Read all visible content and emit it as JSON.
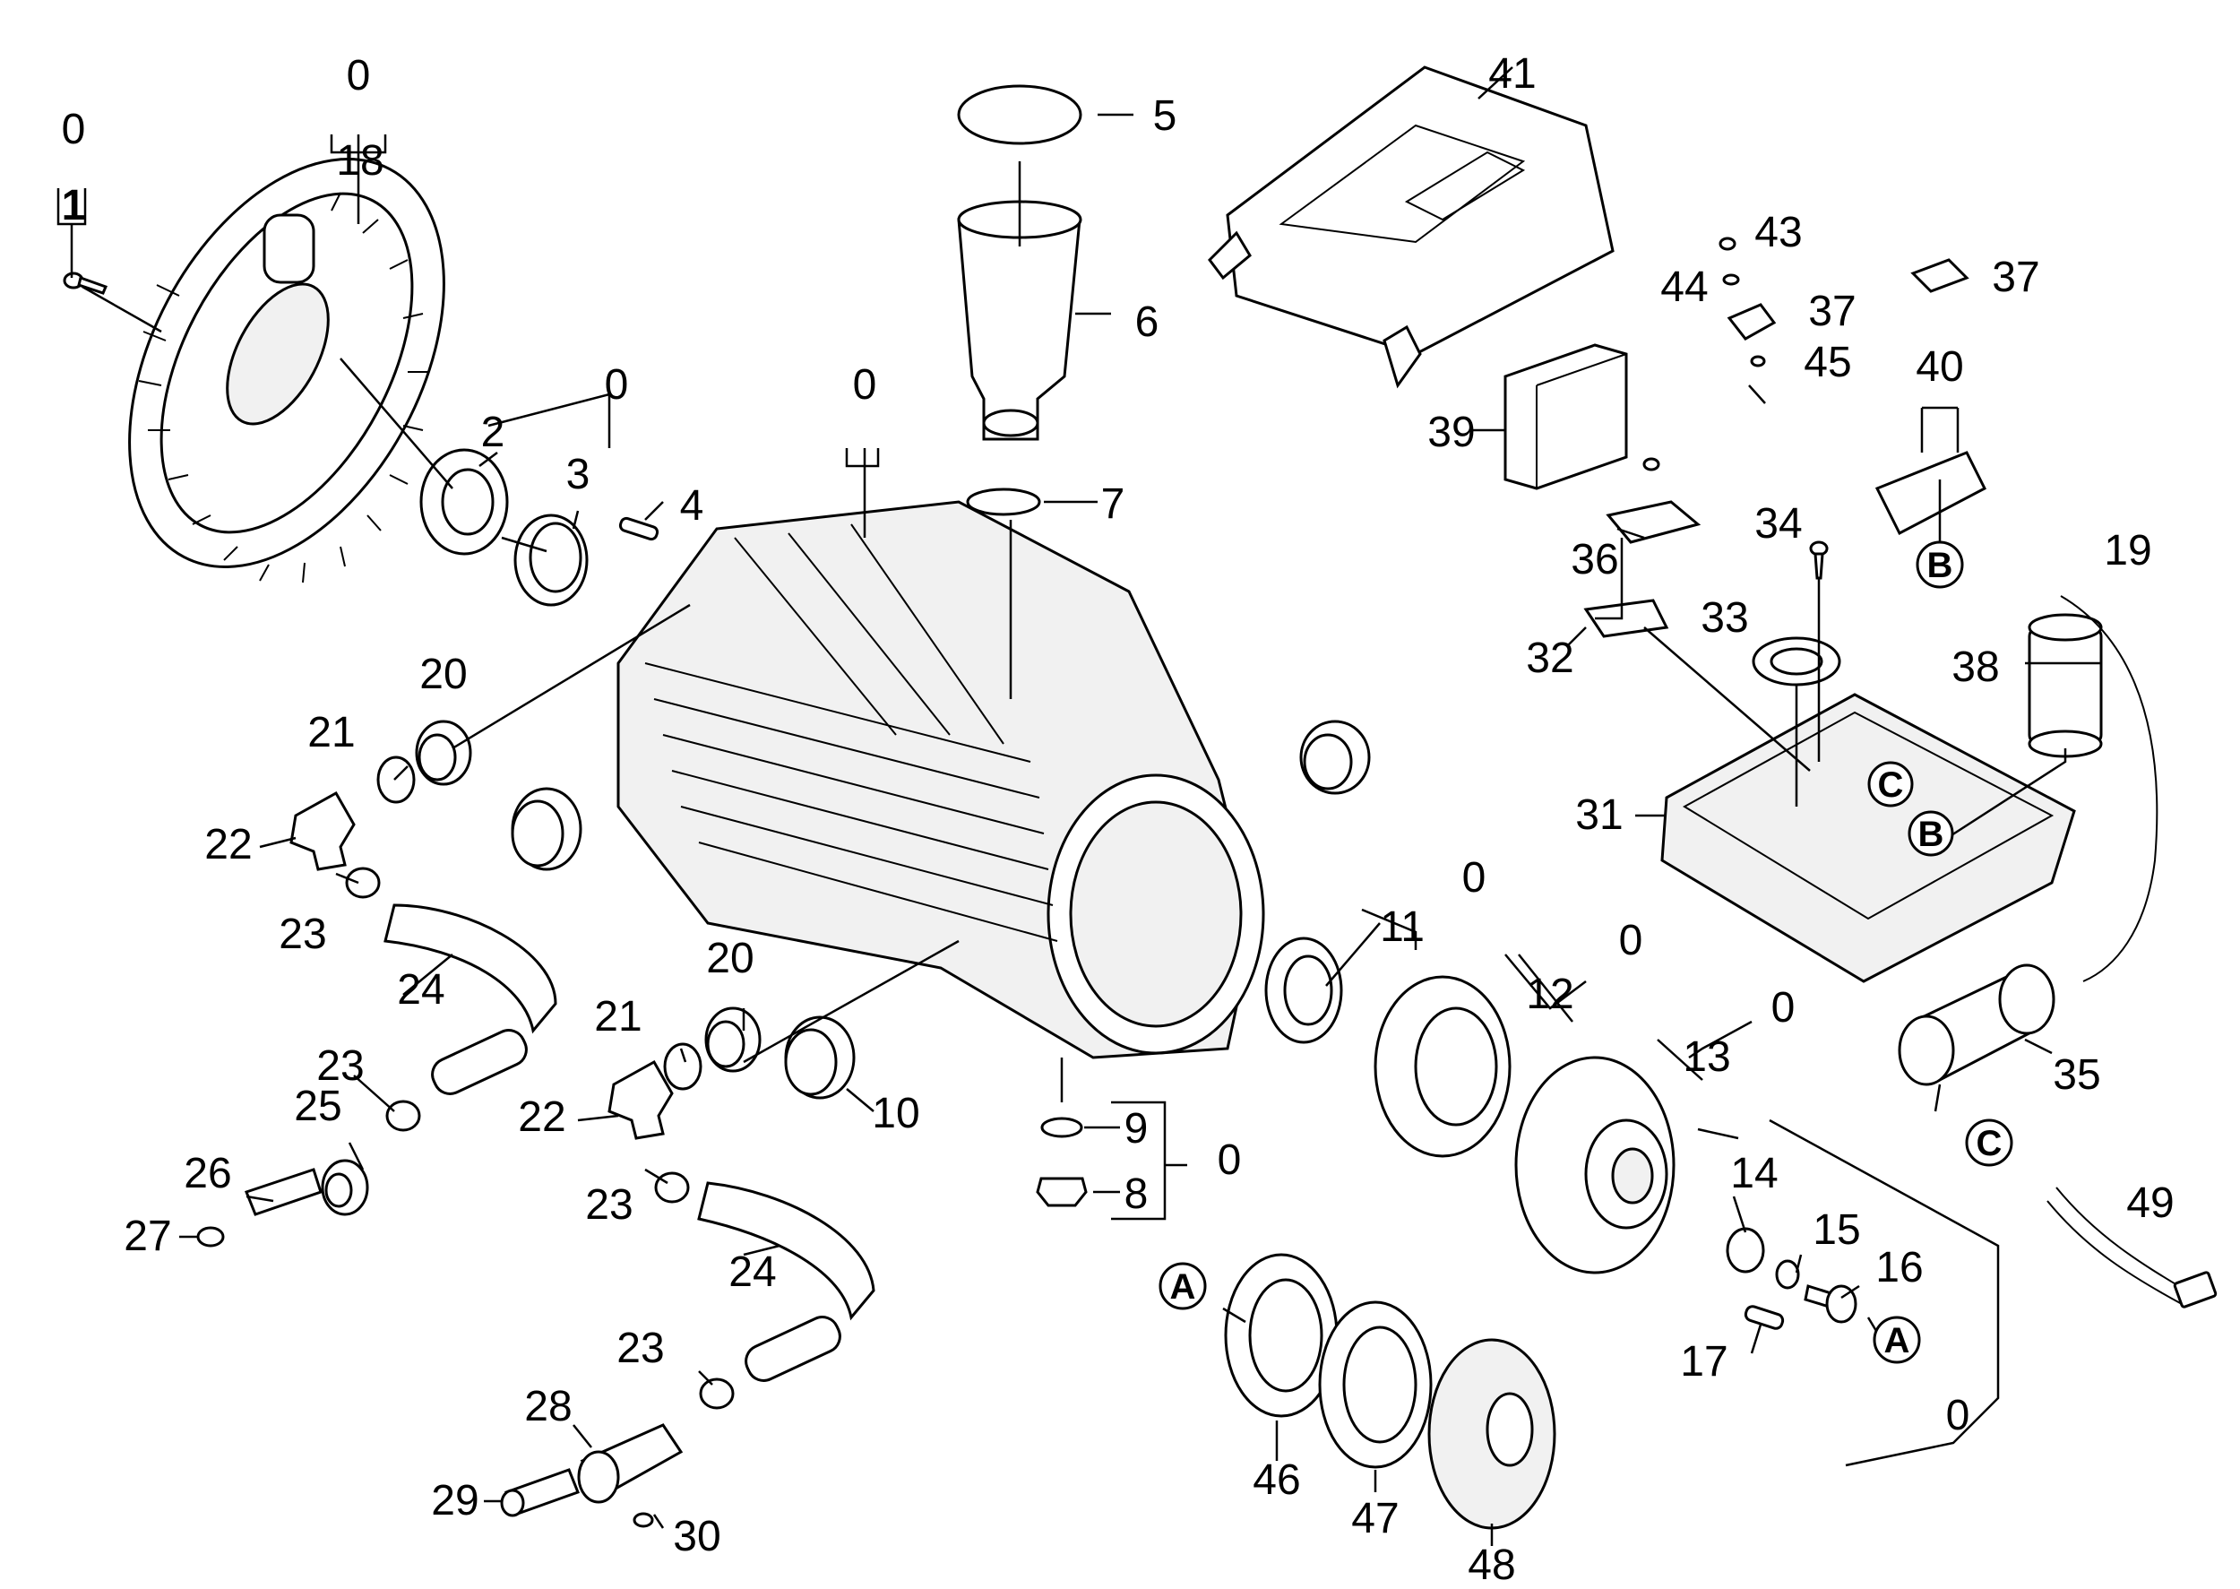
{
  "callouts": [
    {
      "id": "c0a",
      "text": "0"
    },
    {
      "id": "c1",
      "text": "1"
    },
    {
      "id": "c0b",
      "text": "0"
    },
    {
      "id": "c18",
      "text": "18"
    },
    {
      "id": "c5",
      "text": "5"
    },
    {
      "id": "c41",
      "text": "41"
    },
    {
      "id": "c6",
      "text": "6"
    },
    {
      "id": "c43",
      "text": "43"
    },
    {
      "id": "c44",
      "text": "44"
    },
    {
      "id": "c37a",
      "text": "37"
    },
    {
      "id": "c37b",
      "text": "37"
    },
    {
      "id": "c45",
      "text": "45"
    },
    {
      "id": "c0c",
      "text": "0"
    },
    {
      "id": "c0d",
      "text": "0"
    },
    {
      "id": "c2",
      "text": "2"
    },
    {
      "id": "c3",
      "text": "3"
    },
    {
      "id": "c4",
      "text": "4"
    },
    {
      "id": "c7",
      "text": "7"
    },
    {
      "id": "c39",
      "text": "39"
    },
    {
      "id": "c40",
      "text": "40"
    },
    {
      "id": "c36",
      "text": "36"
    },
    {
      "id": "c34",
      "text": "34"
    },
    {
      "id": "c19",
      "text": "19"
    },
    {
      "id": "c33",
      "text": "33"
    },
    {
      "id": "c32",
      "text": "32"
    },
    {
      "id": "c38",
      "text": "38"
    },
    {
      "id": "c20a",
      "text": "20"
    },
    {
      "id": "c21a",
      "text": "21"
    },
    {
      "id": "c31",
      "text": "31"
    },
    {
      "id": "c22a",
      "text": "22"
    },
    {
      "id": "c23a",
      "text": "23"
    },
    {
      "id": "c0e",
      "text": "0"
    },
    {
      "id": "c11",
      "text": "11"
    },
    {
      "id": "c0f",
      "text": "0"
    },
    {
      "id": "c24a",
      "text": "24"
    },
    {
      "id": "c20b",
      "text": "20"
    },
    {
      "id": "c12",
      "text": "12"
    },
    {
      "id": "c0g",
      "text": "0"
    },
    {
      "id": "c21b",
      "text": "21"
    },
    {
      "id": "c13",
      "text": "13"
    },
    {
      "id": "c23b",
      "text": "23"
    },
    {
      "id": "c35",
      "text": "35"
    },
    {
      "id": "c25",
      "text": "25"
    },
    {
      "id": "c22b",
      "text": "22"
    },
    {
      "id": "c10",
      "text": "10"
    },
    {
      "id": "c9",
      "text": "9"
    },
    {
      "id": "c0h",
      "text": "0"
    },
    {
      "id": "c8",
      "text": "8"
    },
    {
      "id": "c26",
      "text": "26"
    },
    {
      "id": "c23c",
      "text": "23"
    },
    {
      "id": "c14",
      "text": "14"
    },
    {
      "id": "c27",
      "text": "27"
    },
    {
      "id": "c15",
      "text": "15"
    },
    {
      "id": "c49",
      "text": "49"
    },
    {
      "id": "c24b",
      "text": "24"
    },
    {
      "id": "c16",
      "text": "16"
    },
    {
      "id": "c17",
      "text": "17"
    },
    {
      "id": "c23d",
      "text": "23"
    },
    {
      "id": "c0i",
      "text": "0"
    },
    {
      "id": "c28",
      "text": "28"
    },
    {
      "id": "c29",
      "text": "29"
    },
    {
      "id": "c46",
      "text": "46"
    },
    {
      "id": "c47",
      "text": "47"
    },
    {
      "id": "c30",
      "text": "30"
    },
    {
      "id": "c48",
      "text": "48"
    }
  ],
  "markers": [
    {
      "id": "mB1",
      "text": "B"
    },
    {
      "id": "mC1",
      "text": "C"
    },
    {
      "id": "mA1",
      "text": "A"
    },
    {
      "id": "mA2",
      "text": "A"
    },
    {
      "id": "mC2",
      "text": "C"
    },
    {
      "id": "mB2",
      "text": "B"
    }
  ]
}
